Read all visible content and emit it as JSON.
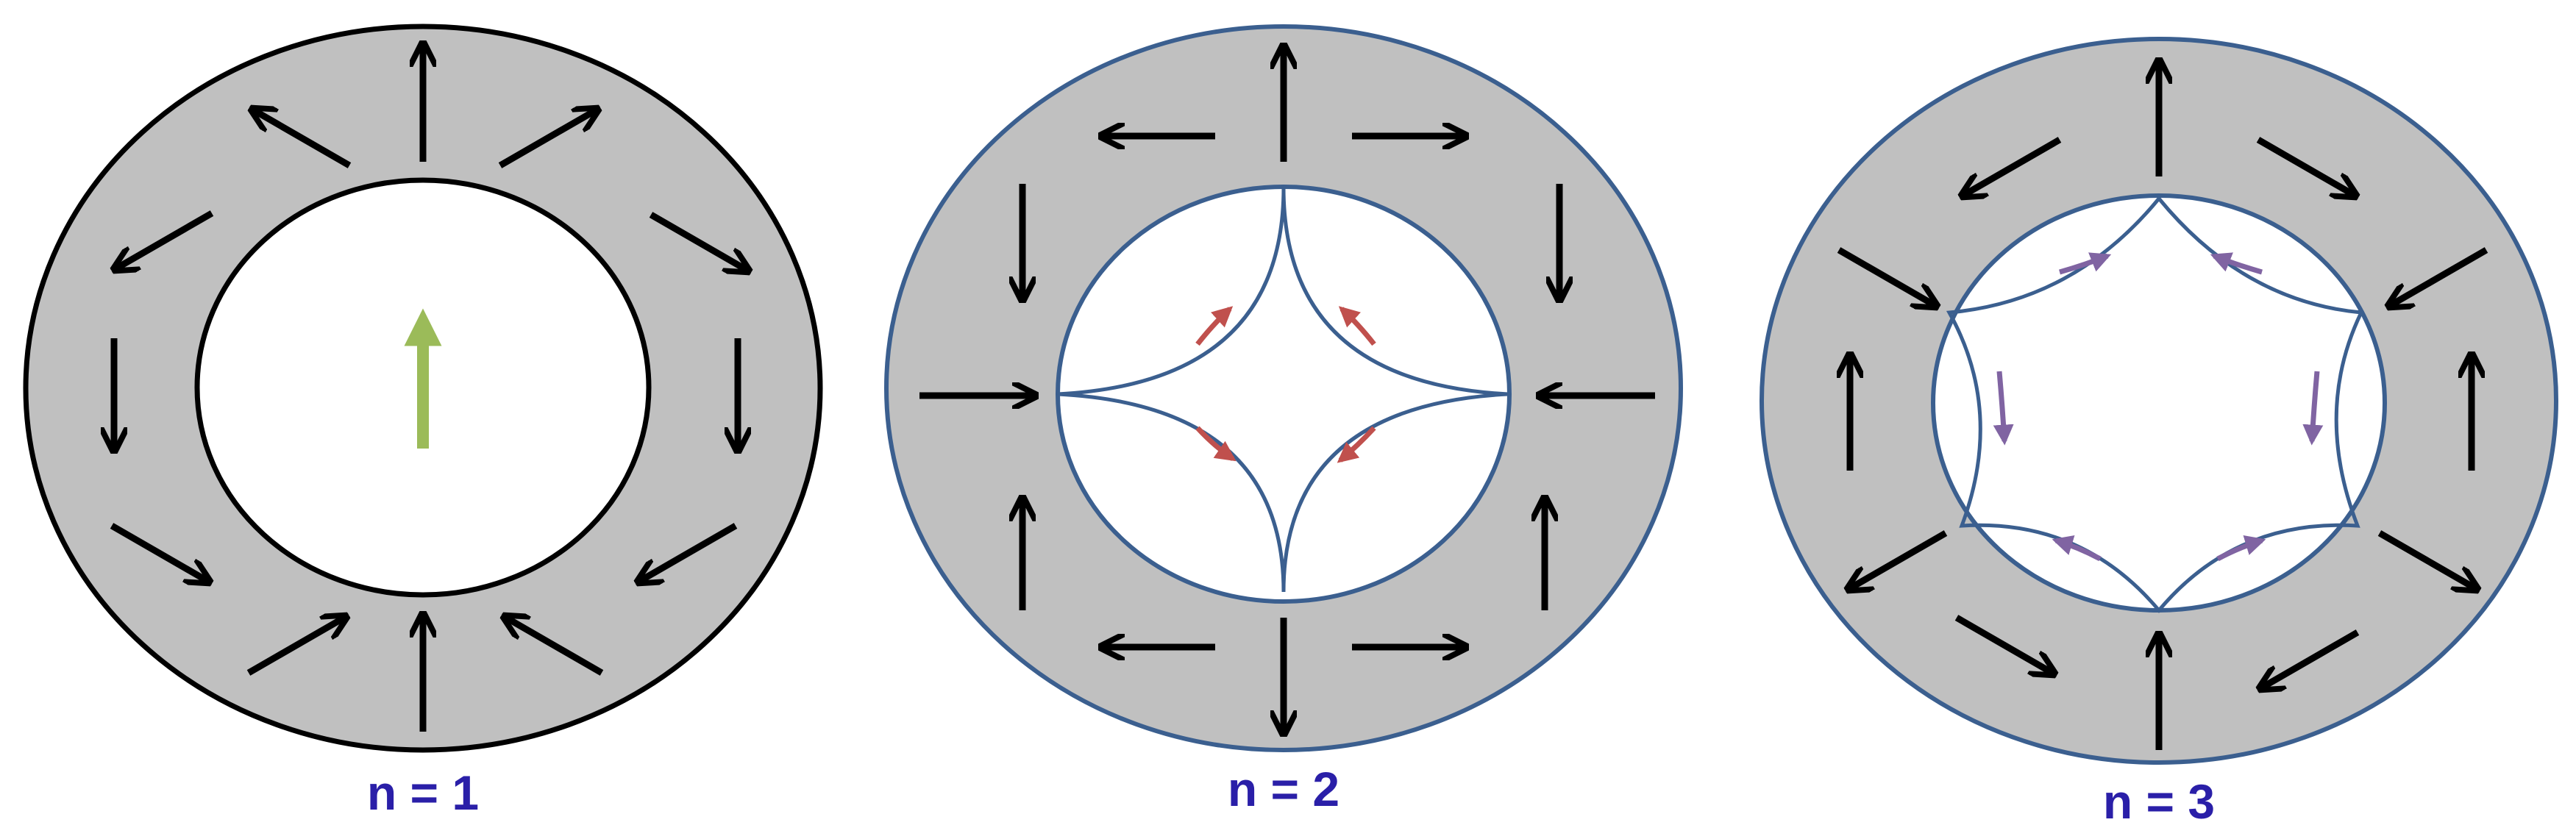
{
  "panels": [
    {
      "caption": "n = 1",
      "ring_outline_color": "#000000",
      "inner_shape": "circle",
      "inner_arrow_color": "#9bbb59",
      "field_arrows": "radial-out rotating once (winding n=1)"
    },
    {
      "caption": "n = 2",
      "ring_outline_color": "#3b5f8f",
      "inner_shape": "four-cusp astroid",
      "inner_arrow_color": "#c0504d",
      "field_arrows": "winding n=2"
    },
    {
      "caption": "n = 3",
      "ring_outline_color": "#3b5f8f",
      "inner_shape": "six-cusp star",
      "inner_arrow_color": "#8064a2",
      "field_arrows": "winding n=3"
    }
  ],
  "colors": {
    "ring_fill": "#c0c0c0",
    "arrow": "#000000",
    "caption": "#2a1fa8",
    "curve": "#3b5f8f"
  }
}
